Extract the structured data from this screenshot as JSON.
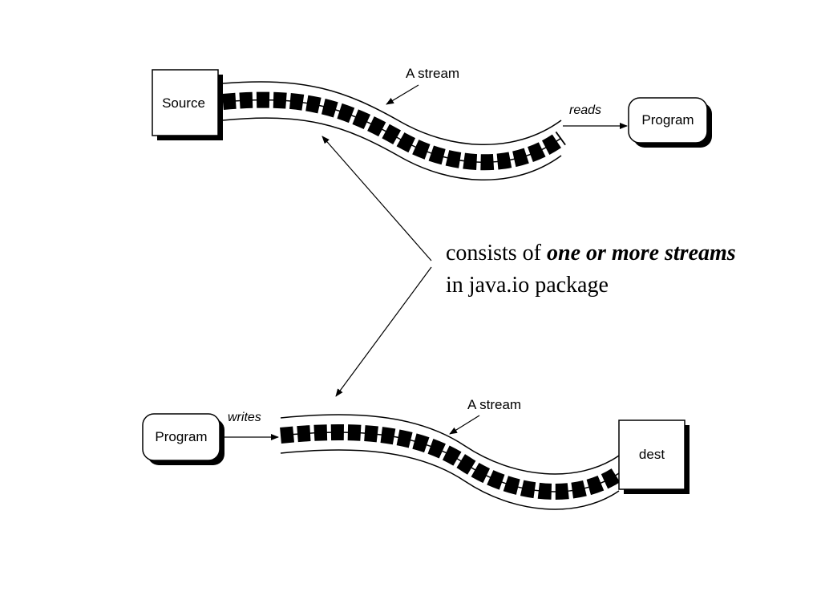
{
  "top_diagram": {
    "source_label": "Source",
    "stream_label": "A stream",
    "verb_label": "reads",
    "program_label": "Program"
  },
  "bottom_diagram": {
    "program_label": "Program",
    "verb_label": "writes",
    "stream_label": "A stream",
    "dest_label": "dest"
  },
  "caption": {
    "line1_prefix": "consists of ",
    "line1_emphasis": "one or more streams",
    "line2": "in java.io package"
  }
}
